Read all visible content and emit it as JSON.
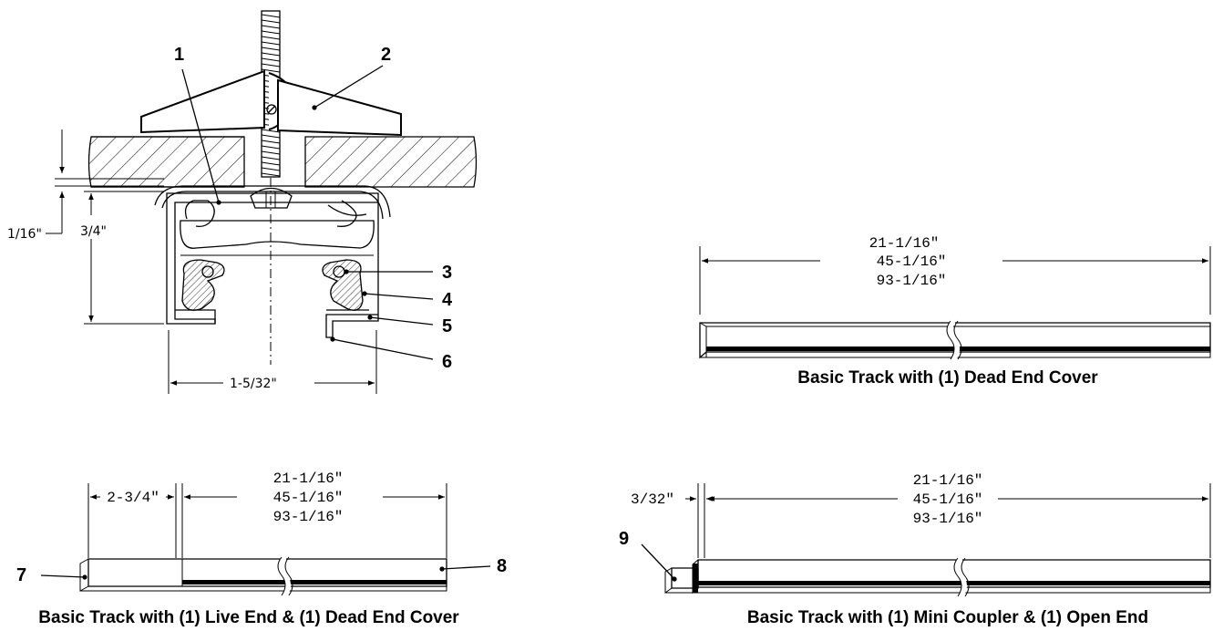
{
  "section_drawing": {
    "callouts": [
      "1",
      "2",
      "3",
      "4",
      "5",
      "6"
    ],
    "dimensions": {
      "gap": "1/16\"",
      "height": "3/4\"",
      "width": "1-5/32\""
    }
  },
  "track_lengths": [
    "21-1/16\"",
    "45-1/16\"",
    "93-1/16\""
  ],
  "views": [
    {
      "caption": "Basic Track with (1) Dead End Cover"
    },
    {
      "caption": "Basic Track with (1) Live End & (1) Dead End Cover",
      "end_length": "2-3/4\"",
      "callouts": [
        "7",
        "8"
      ]
    },
    {
      "caption": "Basic Track with (1) Mini Coupler & (1) Open End",
      "end_length": "3/32\"",
      "callouts": [
        "9"
      ]
    }
  ]
}
